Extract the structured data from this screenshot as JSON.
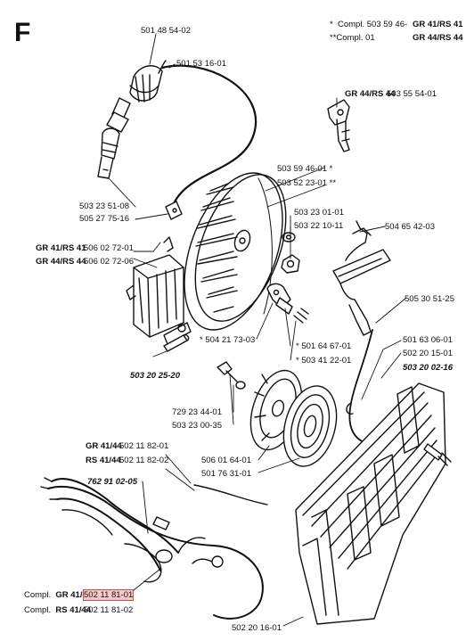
{
  "section_letter": "F",
  "legend": {
    "compl_1_code": "503 59 46-",
    "compl_1_model": "GR 41/RS 41",
    "compl_2_code": "Compl. 01",
    "compl_2_model": "GR 44/RS 44"
  },
  "parts": {
    "p_501_48_54_02": "501 48 54-02",
    "p_501_53_16_01": "501 53 16-01",
    "p_503_23_51_08": "503 23 51-08",
    "p_505_27_75_16": "505 27 75-16",
    "gr41_rs41": "GR 41/RS 41",
    "gr44_rs44": "GR 44/RS 44",
    "p_506_02_72_01": "506 02 72-01",
    "p_506_02_72_06": "506 02 72-06",
    "p_503_20_25_20": "503 20 25-20",
    "gr44_rs44_top": "GR 44/RS 44",
    "p_503_55_54_01": "503 55 54-01",
    "p_503_59_46_01": "503 59 46-01 *",
    "p_503_52_23_01": "503 52 23-01 **",
    "p_503_23_01_01": "503 23 01-01",
    "p_503_22_10_11": "503 22 10-11",
    "p_504_65_42_03": "504 65 42-03",
    "p_505_30_51_25": "505 30 51-25",
    "p_504_21_73_03": "* 504 21 73-03",
    "p_501_64_67_01": "* 501 64 67-01",
    "p_503_41_22_01": "* 503 41 22-01",
    "p_501_63_06_01": "501 63 06-01",
    "p_502_20_15_01": "502 20 15-01",
    "p_503_20_02_16": "503 20 02-16",
    "p_729_23_44_01": "729 23 44-01",
    "p_503_23_00_35": "503 23 00-35",
    "gr41_44": "GR 41/44",
    "rs41_44": "RS 41/44",
    "p_502_11_82_01": "502 11 82-01",
    "p_502_11_82_02": "502 11 82-02",
    "p_762_91_02_05": "762 91 02-05",
    "p_506_01_64_01": "506 01 64-01",
    "p_501_76_31_01": "501 76 31-01",
    "compl_a_prefix": "Compl.",
    "compl_a_model": "GR 41/44",
    "p_502_11_81_01": "502 11 81-01",
    "compl_b_prefix": "Compl.",
    "compl_b_model": "RS 41/44",
    "p_502_11_81_02": "502 11 81-02",
    "p_502_20_16_01": "502 20 16-01"
  }
}
